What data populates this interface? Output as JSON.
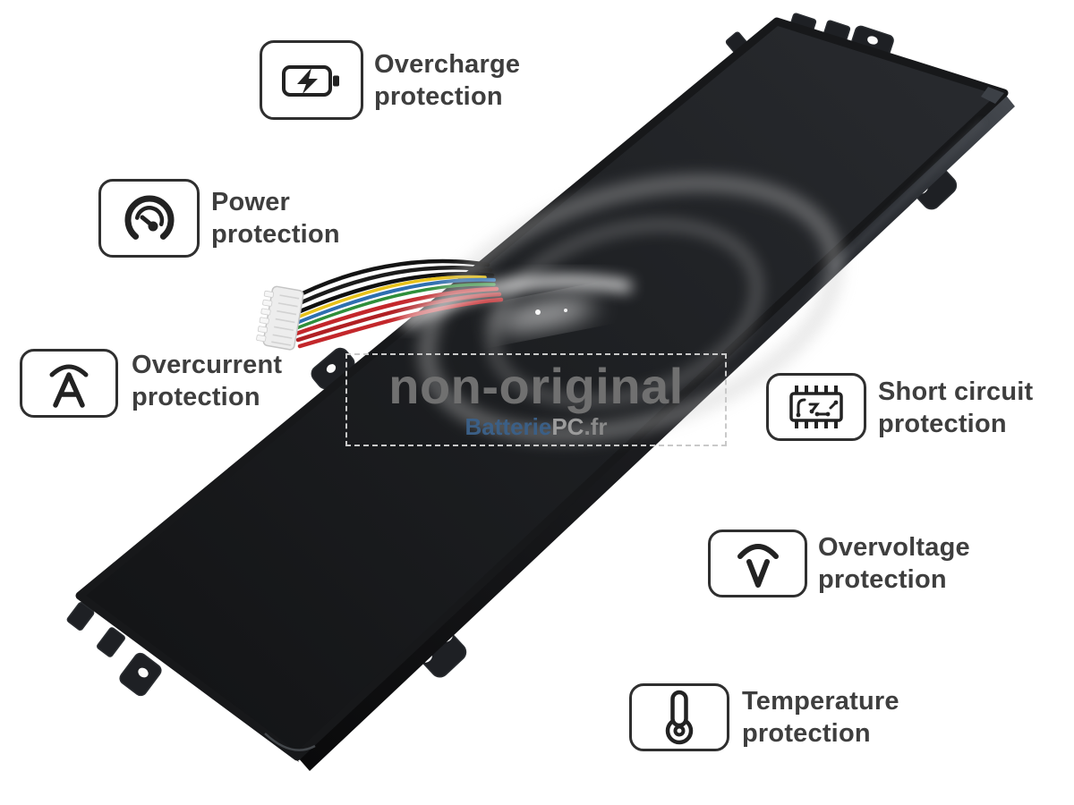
{
  "watermark": {
    "title": "non-original",
    "brand_batterie": "Batterie",
    "brand_pc": "PC",
    "brand_fr": ".fr",
    "title_color": "#707070",
    "brand_blue": "#3b5f86",
    "brand_gray": "#9c9c9c"
  },
  "features": [
    {
      "name": "overcharge",
      "line1": "Overcharge",
      "line2": "protection",
      "icon": "battery-charge-icon"
    },
    {
      "name": "power",
      "line1": "Power",
      "line2": "protection",
      "icon": "power-gauge-icon"
    },
    {
      "name": "overcurrent",
      "line1": "Overcurrent",
      "line2": "protection",
      "icon": "overcurrent-ampere-icon"
    },
    {
      "name": "short-circuit",
      "line1": "Short circuit",
      "line2": "protection",
      "icon": "short-circuit-chip-icon"
    },
    {
      "name": "overvoltage",
      "line1": "Overvoltage",
      "line2": "protection",
      "icon": "overvoltage-icon"
    },
    {
      "name": "temperature",
      "line1": "Temperature",
      "line2": "protection",
      "icon": "thermometer-icon"
    }
  ],
  "colors": {
    "label_text": "#3e3e3e",
    "callout_border": "#2f2f2f",
    "battery_body": "#1d1f22",
    "wire_black": "#141414",
    "wire_yellow": "#e8c21a",
    "wire_blue": "#2e6fb0",
    "wire_green": "#2f8f3a",
    "wire_red": "#c3272b",
    "connector": "#ededed"
  }
}
